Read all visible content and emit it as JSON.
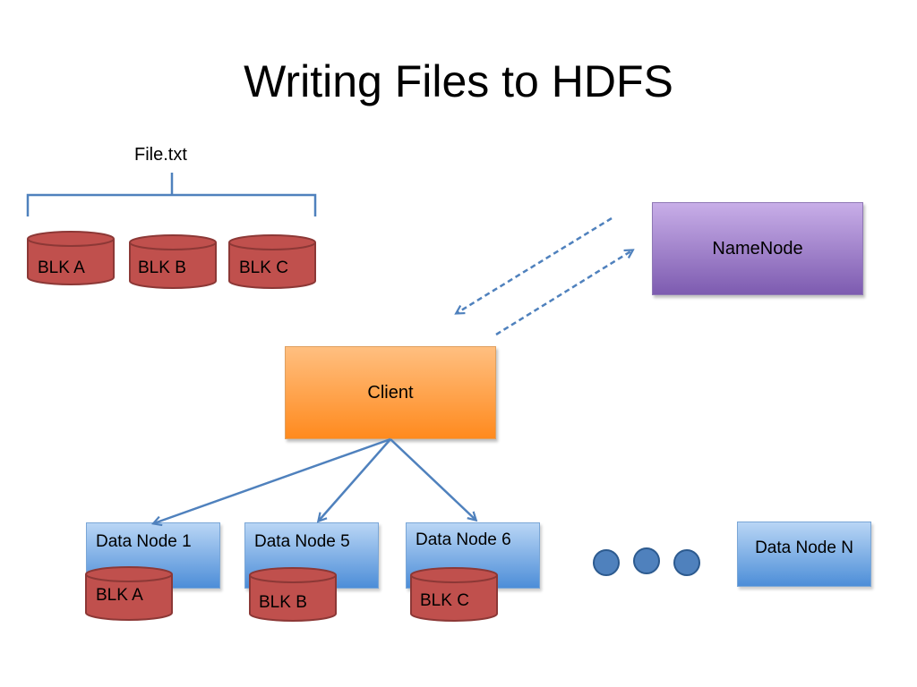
{
  "slide": {
    "title": "Writing Files to HDFS"
  },
  "file": {
    "name": "File.txt",
    "blocks": [
      "BLK A",
      "BLK B",
      "BLK C"
    ]
  },
  "nodes": {
    "namenode": "NameNode",
    "client": "Client",
    "datanodes": [
      {
        "name": "Data Node 1",
        "block": "BLK A"
      },
      {
        "name": "Data Node 5",
        "block": "BLK B"
      },
      {
        "name": "Data Node 6",
        "block": "BLK C"
      }
    ],
    "datanode_last": "Data Node N"
  },
  "colors": {
    "block_fill": "#c0504d",
    "block_stroke": "#8c3836",
    "arrow": "#4f81bd",
    "dot_fill": "#4f81bd",
    "dot_stroke": "#2c5a8f"
  }
}
